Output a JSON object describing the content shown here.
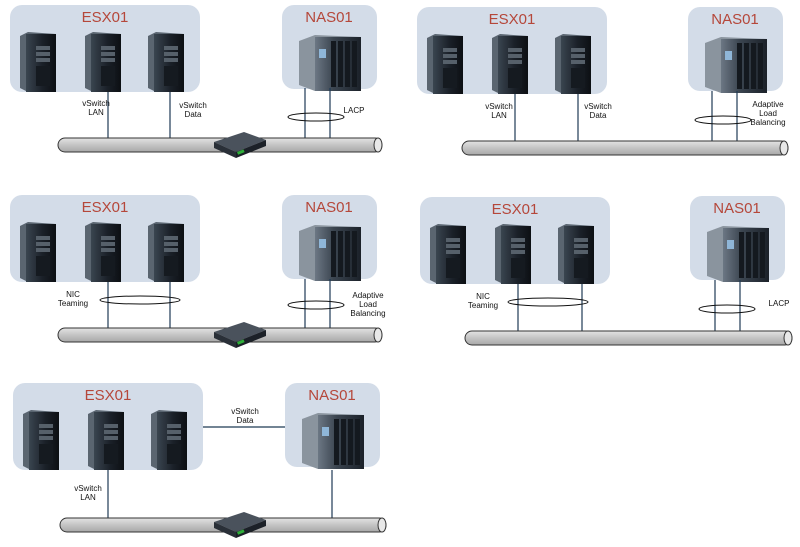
{
  "colors": {
    "box": "#d3dce8",
    "title": "#b5473a",
    "link": "#1f3a55",
    "bus": "#c8c8c8"
  },
  "panels": [
    {
      "esx": "ESX01",
      "nas": "NAS01",
      "labels": [
        [
          "vSwitch",
          "LAN"
        ],
        [
          "vSwitch",
          "Data"
        ],
        [
          "LACP"
        ]
      ]
    },
    {
      "esx": "ESX01",
      "nas": "NAS01",
      "labels": [
        [
          "vSwitch",
          "LAN"
        ],
        [
          "vSwitch",
          "Data"
        ],
        [
          "Adaptive",
          "Load",
          "Balancing"
        ]
      ]
    },
    {
      "esx": "ESX01",
      "nas": "NAS01",
      "labels": [
        [
          "NIC",
          "Teaming"
        ],
        [
          "Adaptive",
          "Load",
          "Balancing"
        ]
      ]
    },
    {
      "esx": "ESX01",
      "nas": "NAS01",
      "labels": [
        [
          "NIC",
          "Teaming"
        ],
        [
          "LACP"
        ]
      ]
    },
    {
      "esx": "ESX01",
      "nas": "NAS01",
      "labels": [
        [
          "vSwitch",
          "Data"
        ],
        [
          "vSwitch",
          "LAN"
        ]
      ]
    }
  ]
}
